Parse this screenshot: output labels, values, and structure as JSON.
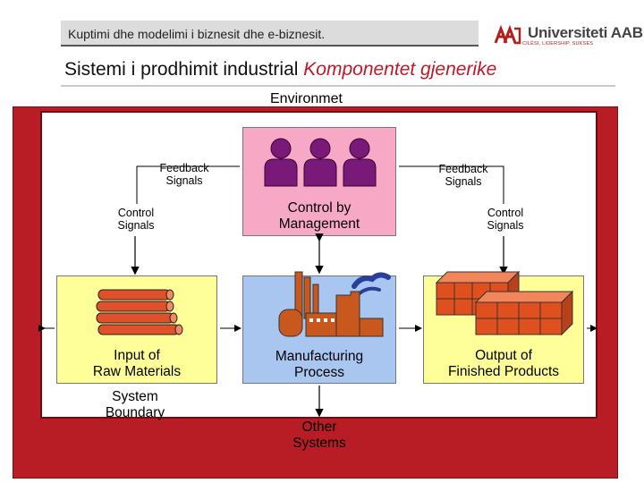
{
  "header": {
    "course_title": "Kuptimi dhe modelimi i biznesit dhe e-biznesit.",
    "logo_name": "Universiteti AAB",
    "logo_tagline": "CILËSI, LIDERSHIP, SUKSES"
  },
  "slide": {
    "title_main": "Sistemi i prodhimit industrial",
    "title_accent": "Komponentet gjenerike"
  },
  "diagram": {
    "environment_label": "Environmet",
    "feedback_left": "Feedback\nSignals",
    "feedback_right": "Feedback\nSignals",
    "control_left": "Control\nSignals",
    "control_right": "Control\nSignals",
    "management_label": "Control by\nManagement",
    "input_label": "Input of\nRaw Materials",
    "process_label": "Manufacturing\nProcess",
    "output_label": "Output of\nFinished Products",
    "boundary_label": "System\nBoundary",
    "other_label": "Other\nSystems"
  },
  "colors": {
    "environment": "#b81c24",
    "management_box": "#f7a8c4",
    "raw_materials_box": "#ffff99",
    "process_box": "#a9c6f0",
    "products_box": "#ffff99",
    "people": "#7a1a78",
    "logs": "#e0502a",
    "factory": "#c8581e",
    "crates": "#e0501e",
    "accent": "#c0182a"
  }
}
